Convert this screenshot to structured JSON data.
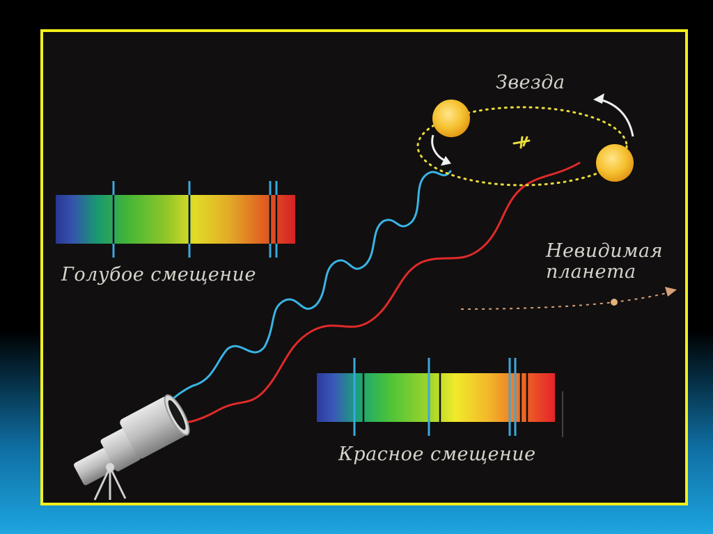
{
  "labels": {
    "star": "Звезда",
    "planet": "Невидимая\nпланета",
    "blue_shift": "Голубое смещение",
    "red_shift": "Красное смещение"
  },
  "colors": {
    "frame": "#f2ef1a",
    "background": "#110f0f",
    "blue_wave": "#3ab4e6",
    "red_wave": "#e02a2a",
    "star": "#f4c130",
    "orbit": "#e8dc3a",
    "label_text": "#d7d3cc",
    "spectral_line": "#3aa8e0"
  },
  "icons": {
    "observer": "telescope-icon",
    "star": "star-icon",
    "center_of_mass": "barycenter-icon",
    "planet": "planet-icon"
  }
}
